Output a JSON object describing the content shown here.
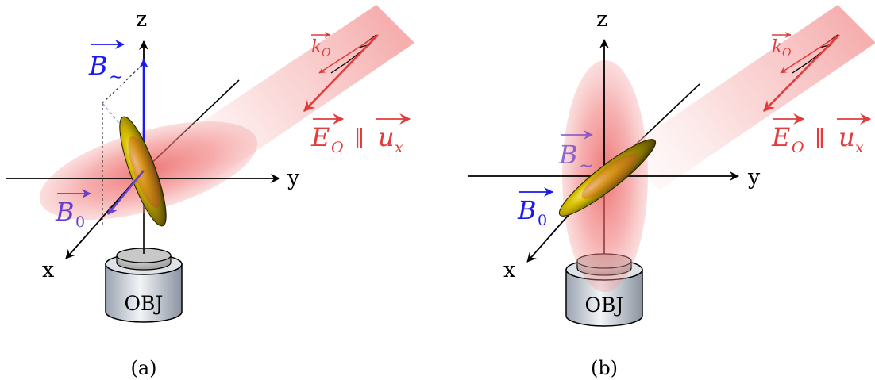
{
  "panels": [
    {
      "caption": "(a)",
      "axis_x": "x",
      "axis_y": "y",
      "axis_z": "z",
      "objective": "OBJ",
      "k_label": "k",
      "k_sub": "O",
      "e_label": "E",
      "e_sub": "O",
      "parallel": "∥",
      "u_label": "u",
      "u_sub": "x",
      "b_tilde_label": "B",
      "b_tilde_sub": "∼",
      "b0_label": "B",
      "b0_sub": "0"
    },
    {
      "caption": "(b)",
      "axis_x": "x",
      "axis_y": "y",
      "axis_z": "z",
      "objective": "OBJ",
      "k_label": "k",
      "k_sub": "O",
      "e_label": "E",
      "e_sub": "O",
      "parallel": "∥",
      "u_label": "u",
      "u_sub": "x",
      "b_tilde_label": "B",
      "b_tilde_sub": "∼",
      "b0_label": "B",
      "b0_sub": "0"
    }
  ],
  "colors": {
    "beam": "#e23b3b",
    "field_blue": "#1a1aee",
    "field_purple": "#6a3fd0",
    "rod_gold": "#b8a200",
    "axis": "#000000"
  }
}
